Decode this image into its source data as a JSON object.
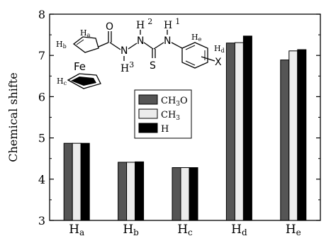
{
  "chart_data": {
    "type": "bar",
    "ylabel": "Chemical shifte",
    "xlabel": "",
    "ylim": [
      3,
      8
    ],
    "yticks": [
      3,
      4,
      5,
      6,
      7,
      8
    ],
    "grid": false,
    "legend_position": "center",
    "categories": [
      {
        "main": "H",
        "sub": "a"
      },
      {
        "main": "H",
        "sub": "b"
      },
      {
        "main": "H",
        "sub": "c"
      },
      {
        "main": "H",
        "sub": "d"
      },
      {
        "main": "H",
        "sub": "e"
      }
    ],
    "series": [
      {
        "name": "CH3O",
        "name_main": "CH",
        "name_sub": "3",
        "name_tail": "O",
        "color": "#555555",
        "values": [
          4.87,
          4.41,
          4.28,
          7.3,
          6.89
        ]
      },
      {
        "name": "CH3",
        "name_main": "CH",
        "name_sub": "3",
        "name_tail": "",
        "color": "#ececec",
        "values": [
          4.87,
          4.41,
          4.28,
          7.31,
          7.11
        ]
      },
      {
        "name": "H",
        "name_main": "H",
        "name_sub": "",
        "name_tail": "",
        "color": "#000000",
        "values": [
          4.87,
          4.42,
          4.28,
          7.47,
          7.14
        ]
      }
    ],
    "structure": {
      "labels": {
        "ha": "Ha",
        "hb": "Hb",
        "hc": "Hc",
        "hd": "Hd",
        "he": "He",
        "fe": "Fe",
        "o": "O",
        "s": "S",
        "x": "X",
        "n": "N",
        "h": "H",
        "idx1": "1",
        "idx2": "2",
        "idx3": "3"
      }
    }
  }
}
